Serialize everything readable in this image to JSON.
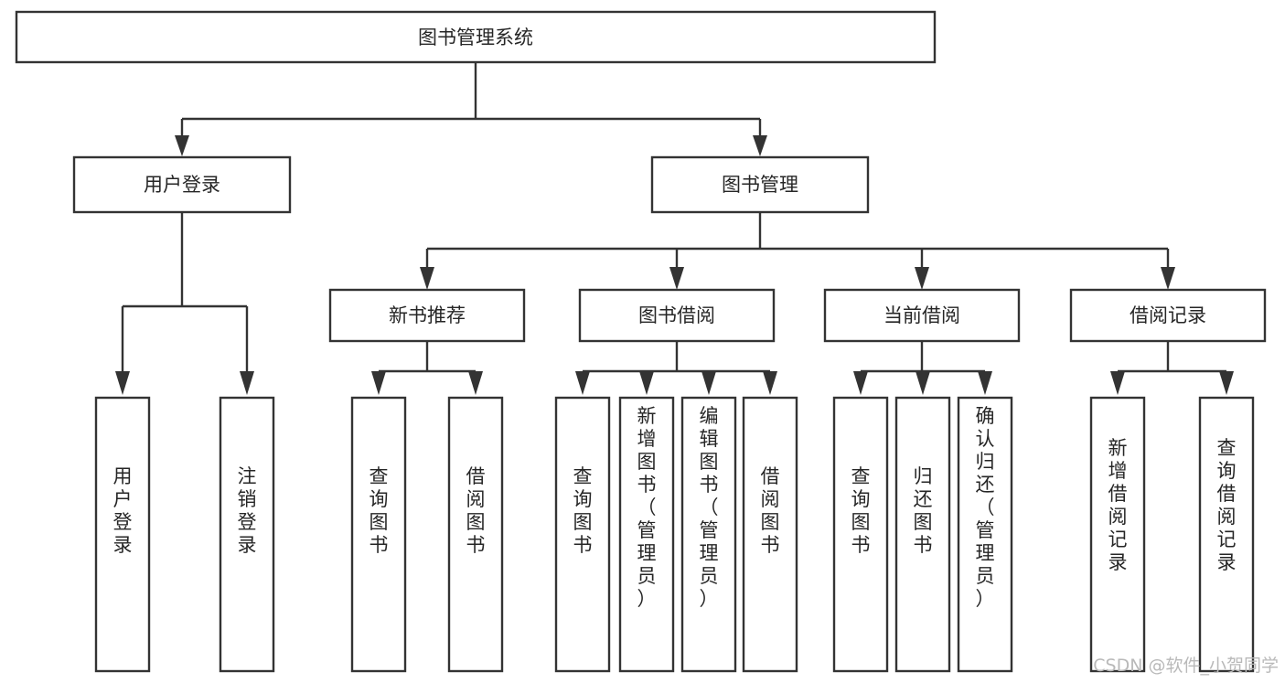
{
  "diagram": {
    "type": "tree",
    "title_node": {
      "id": "root",
      "label": "图书管理系统"
    },
    "level2": [
      {
        "id": "user-login",
        "label": "用户登录"
      },
      {
        "id": "book-manage",
        "label": "图书管理"
      }
    ],
    "level3": [
      {
        "id": "new-book-recommend",
        "label": "新书推荐",
        "parent": "book-manage"
      },
      {
        "id": "book-borrow",
        "label": "图书借阅",
        "parent": "book-manage"
      },
      {
        "id": "current-borrow",
        "label": "当前借阅",
        "parent": "book-manage"
      },
      {
        "id": "borrow-record",
        "label": "借阅记录",
        "parent": "book-manage"
      }
    ],
    "leaves": {
      "user-login": [
        {
          "id": "leaf-user-login",
          "label": "用户登录"
        },
        {
          "id": "leaf-logout-login",
          "label": "注销登录"
        }
      ],
      "new-book-recommend": [
        {
          "id": "leaf-query-book-1",
          "label": "查询图书"
        },
        {
          "id": "leaf-borrow-book-1",
          "label": "借阅图书"
        }
      ],
      "book-borrow": [
        {
          "id": "leaf-query-book-2",
          "label": "查询图书"
        },
        {
          "id": "leaf-add-book",
          "label": "新增图书（管理员）"
        },
        {
          "id": "leaf-edit-book",
          "label": "编辑图书（管理员）"
        },
        {
          "id": "leaf-borrow-book-2",
          "label": "借阅图书"
        }
      ],
      "current-borrow": [
        {
          "id": "leaf-query-book-3",
          "label": "查询图书"
        },
        {
          "id": "leaf-return-book",
          "label": "归还图书"
        },
        {
          "id": "leaf-confirm-return",
          "label": "确认归还（管理员）"
        }
      ],
      "borrow-record": [
        {
          "id": "leaf-add-record",
          "label": "新增借阅记录"
        },
        {
          "id": "leaf-query-record",
          "label": "查询借阅记录"
        }
      ]
    }
  },
  "watermark": {
    "text": "CSDN @软件_小贺同学"
  },
  "colors": {
    "stroke": "#333333",
    "text": "#262626",
    "background": "#ffffff",
    "watermark": "#b9b9b9"
  }
}
